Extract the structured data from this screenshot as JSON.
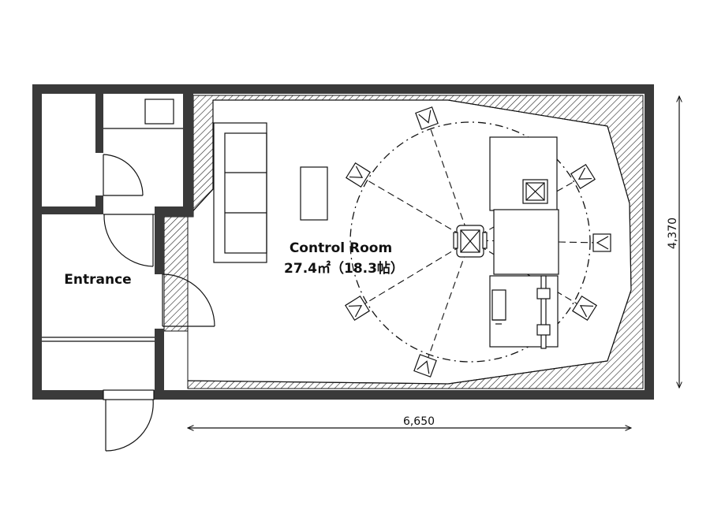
{
  "rooms": {
    "control_room": {
      "name": "Control Room",
      "area": "27.4㎡（18.3帖）"
    },
    "entrance": {
      "name": "Entrance"
    }
  },
  "dimensions": {
    "width": "6,650",
    "height": "4,370"
  },
  "colors": {
    "wall": "#3a3a3a",
    "line": "#111111",
    "background": "#ffffff"
  }
}
